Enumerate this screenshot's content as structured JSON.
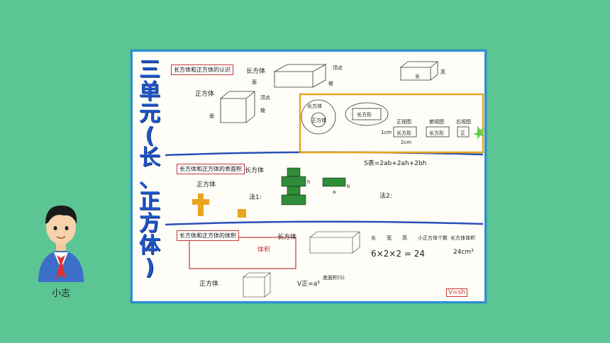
{
  "avatar": {
    "name": "小志"
  },
  "board": {
    "title_chars": [
      "三",
      "单",
      "元",
      "(",
      "长",
      "、",
      "正",
      "方",
      "体",
      ")"
    ],
    "section1": {
      "title": "长方体和正方体的认识",
      "cuboid_label": "长方体",
      "cube_label": "正方体",
      "vertex": "顶点",
      "face": "面",
      "edge": "棱",
      "len": "长",
      "hgt": "高"
    },
    "section1_box": {
      "outer": "长方体",
      "inner": "正方体",
      "rect_label": "长方形",
      "sq_label": "正",
      "front": "正视图",
      "top": "俯视图",
      "side": "右视图",
      "cm1": "1cm",
      "cm2": "2cm"
    },
    "section2": {
      "title": "长方体和正方体的表面积",
      "cuboid_label": "长方体",
      "cube_label": "正方体",
      "formula": "S表=2ab+2ah+2bh",
      "m1": "法1:",
      "m2": "法2:",
      "a": "a",
      "b": "b",
      "h": "h"
    },
    "section3": {
      "title": "长方体和正方体的体积",
      "cuboid_label": "长方体",
      "cube_label": "正方体",
      "volume_word": "体积",
      "calc": "6×2×2 = 24",
      "result": "24cm³",
      "v_cube": "V正=a³",
      "v_all": "V=sh",
      "base": "底面积(S)",
      "col_l": "长",
      "col_w": "宽",
      "col_h": "高",
      "col_n": "小正方体个数",
      "col_v": "长方体体积"
    }
  }
}
